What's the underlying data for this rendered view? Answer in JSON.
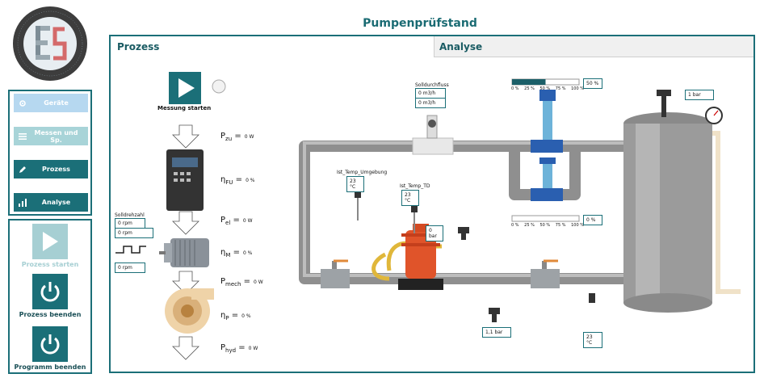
{
  "header": {
    "title": "Pumpenprüfstand"
  },
  "logo": {
    "ring_text": "Elektrotechnische Systeme der Technik · Hochschule Kaiserslautern",
    "letters": "ES"
  },
  "menu": {
    "items": [
      {
        "label": "Geräte",
        "icon": "gear-icon",
        "state": "inactive"
      },
      {
        "label": "Messen und Sp.",
        "icon": "list-icon",
        "state": "inactive"
      },
      {
        "label": "Prozess",
        "icon": "pencil-icon",
        "state": "active"
      },
      {
        "label": "Analyse",
        "icon": "bar-chart-icon",
        "state": "active"
      }
    ]
  },
  "actions": {
    "start": "Prozess starten",
    "stop": "Prozess beenden",
    "exit": "Programm beenden"
  },
  "tabs": {
    "prozess": "Prozess",
    "analyse": "Analyse"
  },
  "process": {
    "measure_label": "Messung starten",
    "speed": {
      "label": "Solldrehzahl",
      "value1": "0 rpm",
      "value2": "0 rpm",
      "value3": "0 rpm"
    },
    "chain": [
      {
        "sym": "P",
        "sub": "zu",
        "value": "0 W"
      },
      {
        "sym": "η",
        "sub": "FU",
        "value": "0 %"
      },
      {
        "sym": "P",
        "sub": "el",
        "value": "0 W"
      },
      {
        "sym": "η",
        "sub": "M",
        "value": "0 %"
      },
      {
        "sym": "P",
        "sub": "mech",
        "value": "0 W"
      },
      {
        "sym": "η",
        "sub": "P",
        "value": "0 %"
      },
      {
        "sym": "P",
        "sub": "hyd",
        "value": "0 W"
      }
    ],
    "flow": {
      "label": "Solldurchfluss",
      "value1": "0 m3/h",
      "value2": "0 m3/h"
    },
    "valve_top": {
      "percent": 50,
      "value": "50 %"
    },
    "valve_bottom": {
      "percent": 0,
      "value": "0 %"
    },
    "ticks": [
      "0 %",
      "25 %",
      "50 %",
      "75 %",
      "100 %"
    ],
    "temp_env": {
      "label": "Ist_Temp_Umgebung",
      "value": "23 °C"
    },
    "temp_td": {
      "label": "Ist_Temp_TD",
      "value": "23 °C"
    },
    "pressure_pump": "0 bar",
    "pressure_tank": "1 bar",
    "pressure_bottom": "1,1 bar",
    "temp_bottom": "23 °C"
  },
  "colors": {
    "accent": "#1b6f78",
    "pipe": "#9a9a9a",
    "pump": "#e0542a",
    "valve": "#2a5fb0"
  }
}
